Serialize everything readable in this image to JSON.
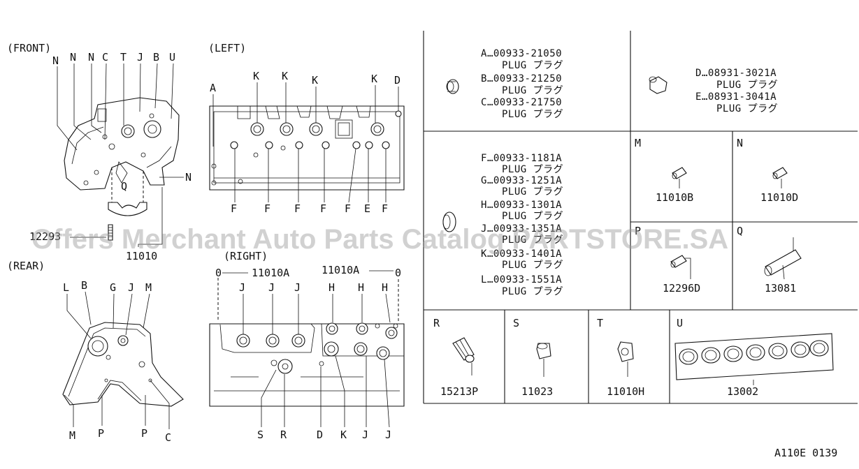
{
  "views": {
    "front": "(FRONT)",
    "left": "(LEFT)",
    "rear": "(REAR)",
    "right": "(RIGHT)"
  },
  "front_callouts": [
    "N",
    "N",
    "N",
    "C",
    "T",
    "J",
    "B",
    "U",
    "N",
    "Q"
  ],
  "front_parts": {
    "bolt": "12293",
    "block": "11010"
  },
  "left_callouts": {
    "top": [
      "A",
      "K",
      "K",
      "K",
      "K",
      "D"
    ],
    "bottom": [
      "F",
      "F",
      "F",
      "F",
      "F",
      "E",
      "F"
    ]
  },
  "rear_callouts": {
    "top": [
      "L",
      "B",
      "G",
      "J",
      "M"
    ],
    "bottom": [
      "M",
      "P",
      "P",
      "C"
    ]
  },
  "right_callouts": {
    "top": [
      "J",
      "J",
      "J",
      "H",
      "H",
      "H"
    ],
    "bottom": [
      "S",
      "R",
      "D",
      "K",
      "J",
      "J"
    ],
    "ref_left": "11010A",
    "ref_right": "11010A"
  },
  "plugs_abc": [
    {
      "code": "A",
      "part": "00933-21050",
      "desc": "PLUG プラグ"
    },
    {
      "code": "B",
      "part": "00933-21250",
      "desc": "PLUG プラグ"
    },
    {
      "code": "C",
      "part": "00933-21750",
      "desc": "PLUG プラグ"
    }
  ],
  "plugs_de": [
    {
      "code": "D",
      "part": "08931-3021A",
      "desc": "PLUG プラグ"
    },
    {
      "code": "E",
      "part": "08931-3041A",
      "desc": "PLUG プラグ"
    }
  ],
  "plugs_fl": [
    {
      "code": "F",
      "part": "00933-1181A",
      "desc": "PLUG プラグ"
    },
    {
      "code": "G",
      "part": "00933-1251A",
      "desc": "PLUG プラグ"
    },
    {
      "code": "H",
      "part": "00933-1301A",
      "desc": "PLUG プラグ"
    },
    {
      "code": "J",
      "part": "00933-1351A",
      "desc": "PLUG プラグ"
    },
    {
      "code": "K",
      "part": "00933-1401A",
      "desc": "PLUG プラグ"
    },
    {
      "code": "L",
      "part": "00933-1551A",
      "desc": "PLUG プラグ"
    }
  ],
  "cells": {
    "M": {
      "letter": "M",
      "part": "11010B"
    },
    "N": {
      "letter": "N",
      "part": "11010D"
    },
    "P": {
      "letter": "P",
      "part": "12296D"
    },
    "Q": {
      "letter": "Q",
      "part": "13081"
    },
    "R": {
      "letter": "R",
      "part": "15213P"
    },
    "S": {
      "letter": "S",
      "part": "11023"
    },
    "T": {
      "letter": "T",
      "part": "11010H"
    },
    "U": {
      "letter": "U",
      "part": "13002"
    }
  },
  "watermark": "Offers Merchant Auto Parts Catalog PARTSTORE.SA",
  "footer_code": "A110E 0139"
}
